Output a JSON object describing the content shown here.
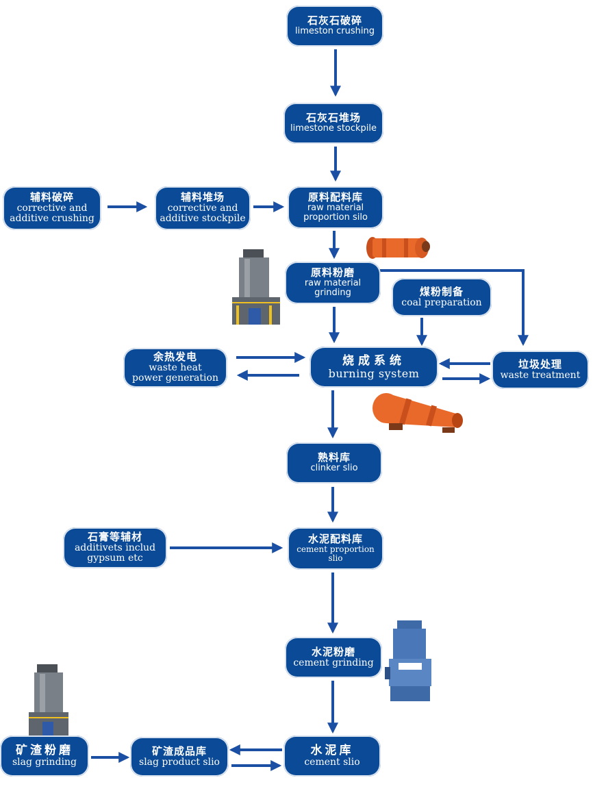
{
  "nodes": {
    "limestone_crushing": {
      "zh": "石灰石破碎",
      "en": "limeston crushing"
    },
    "limestone_stockpile": {
      "zh": "石灰石堆场",
      "en": "limestone stockpile"
    },
    "corrective_crushing": {
      "zh": "辅料破碎",
      "en1": "corrective and",
      "en2": "additive crushing"
    },
    "corrective_stockpile": {
      "zh": "辅料堆场",
      "en1": "corrective and",
      "en2": "additive stockpile"
    },
    "raw_proportion_silo": {
      "zh": "原料配料库",
      "en1": "raw material",
      "en2": "proportion silo"
    },
    "raw_grinding": {
      "zh": "原料粉磨",
      "en": "raw material grinding"
    },
    "coal_preparation": {
      "zh": "煤粉制备",
      "en": "coal preparation"
    },
    "waste_heat": {
      "zh": "余热发电",
      "en1": "waste heat",
      "en2": "power generation"
    },
    "burning_system": {
      "zh": "烧成系统",
      "en": "burning system"
    },
    "waste_treatment": {
      "zh": "垃圾处理",
      "en": "waste treatment"
    },
    "clinker_silo": {
      "zh": "熟料库",
      "en": "clinker slio"
    },
    "additives_gypsum": {
      "zh": "石膏等辅材",
      "en1": "additivets includ",
      "en2": "gypsum etc"
    },
    "cement_proportion": {
      "zh": "水泥配料库",
      "en1": "cement proportion",
      "en2": "slio"
    },
    "cement_grinding": {
      "zh": "水泥粉磨",
      "en": "cement grinding"
    },
    "slag_grinding": {
      "zh": "矿渣粉磨",
      "en": "slag grinding"
    },
    "slag_product_silo": {
      "zh": "矿渣成品库",
      "en": "slag product slio"
    },
    "cement_silo": {
      "zh": "水泥库",
      "en": "cement slio"
    }
  },
  "colors": {
    "node_fill": "#0a4a97",
    "arrow": "#1a4fa3",
    "kiln": "#e8692a",
    "mill_blue": "#4a77b8",
    "tower_gray": "#6d7278"
  }
}
